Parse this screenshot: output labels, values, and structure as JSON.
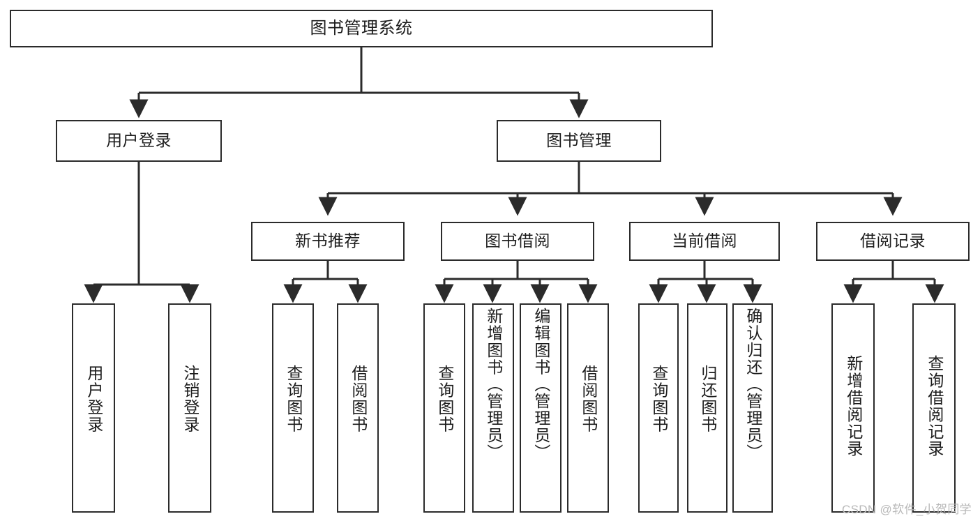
{
  "diagram": {
    "type": "tree",
    "title": "图书管理系统",
    "orientation": "top-down",
    "watermark": "CSDN @软件_小贺同学",
    "colors": {
      "node_border": "#2b2b2b",
      "node_fill": "#ffffff",
      "edge": "#2b2b2b",
      "text": "#1c1c1c",
      "watermark": "#b9b9b9",
      "background": "#ffffff"
    },
    "nodes": {
      "root": {
        "label": "图书管理系统"
      },
      "level2": [
        {
          "id": "user-login",
          "label": "用户登录"
        },
        {
          "id": "book-manage",
          "label": "图书管理"
        }
      ],
      "level3": [
        {
          "id": "new-book-rec",
          "label": "新书推荐"
        },
        {
          "id": "book-borrow",
          "label": "图书借阅"
        },
        {
          "id": "current-borrow",
          "label": "当前借阅"
        },
        {
          "id": "borrow-record",
          "label": "借阅记录"
        }
      ],
      "leaves": {
        "user_login": [
          {
            "id": "leaf-user-login",
            "label": "用户登录"
          },
          {
            "id": "leaf-logout",
            "label": "注销登录"
          }
        ],
        "new_book_rec": [
          {
            "id": "leaf-query-book-1",
            "label": "查询图书"
          },
          {
            "id": "leaf-borrow-book-1",
            "label": "借阅图书"
          }
        ],
        "book_borrow": [
          {
            "id": "leaf-query-book-2",
            "label": "查询图书"
          },
          {
            "id": "leaf-add-book",
            "label": "新增图书（管理员）"
          },
          {
            "id": "leaf-edit-book",
            "label": "编辑图书（管理员）"
          },
          {
            "id": "leaf-borrow-book-2",
            "label": "借阅图书"
          }
        ],
        "current_borrow": [
          {
            "id": "leaf-query-book-3",
            "label": "查询图书"
          },
          {
            "id": "leaf-return-book",
            "label": "归还图书"
          },
          {
            "id": "leaf-confirm-return",
            "label": "确认归还（管理员）"
          }
        ],
        "borrow_record": [
          {
            "id": "leaf-add-record",
            "label": "新增借阅记录"
          },
          {
            "id": "leaf-query-record",
            "label": "查询借阅记录"
          }
        ]
      }
    },
    "edges": [
      {
        "from": "图书管理系统",
        "to": "用户登录"
      },
      {
        "from": "图书管理系统",
        "to": "图书管理"
      },
      {
        "from": "用户登录",
        "to": "用户登录"
      },
      {
        "from": "用户登录",
        "to": "注销登录"
      },
      {
        "from": "图书管理",
        "to": "新书推荐"
      },
      {
        "from": "图书管理",
        "to": "图书借阅"
      },
      {
        "from": "图书管理",
        "to": "当前借阅"
      },
      {
        "from": "图书管理",
        "to": "借阅记录"
      },
      {
        "from": "新书推荐",
        "to": "查询图书"
      },
      {
        "from": "新书推荐",
        "to": "借阅图书"
      },
      {
        "from": "图书借阅",
        "to": "查询图书"
      },
      {
        "from": "图书借阅",
        "to": "新增图书（管理员）"
      },
      {
        "from": "图书借阅",
        "to": "编辑图书（管理员）"
      },
      {
        "from": "图书借阅",
        "to": "借阅图书"
      },
      {
        "from": "当前借阅",
        "to": "查询图书"
      },
      {
        "from": "当前借阅",
        "to": "归还图书"
      },
      {
        "from": "当前借阅",
        "to": "确认归还（管理员）"
      },
      {
        "from": "借阅记录",
        "to": "新增借阅记录"
      },
      {
        "from": "借阅记录",
        "to": "查询借阅记录"
      }
    ]
  }
}
